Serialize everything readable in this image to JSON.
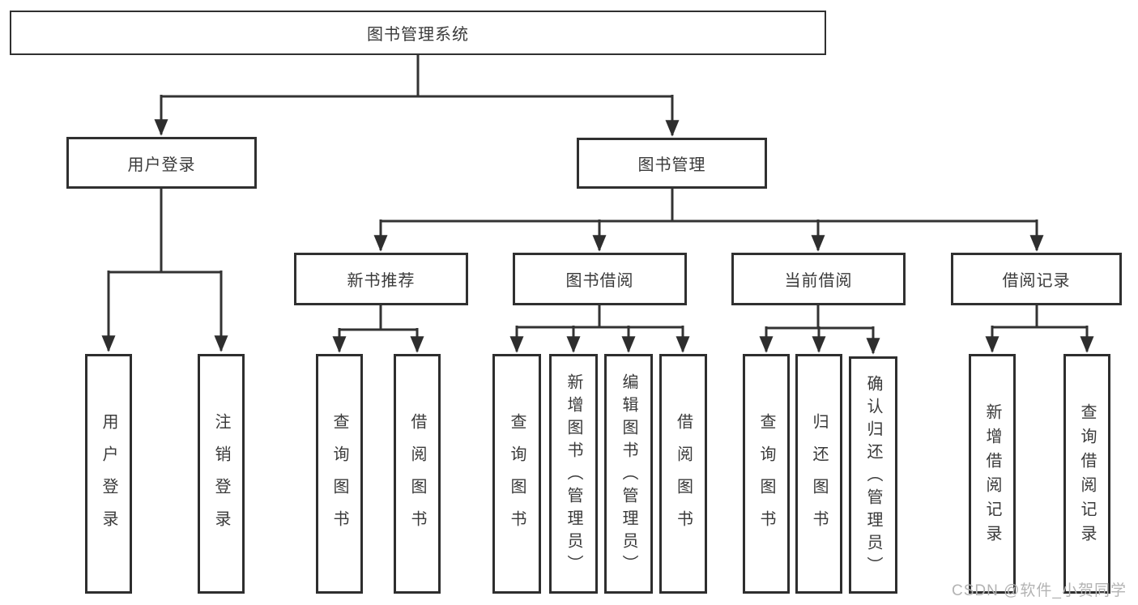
{
  "diagram": {
    "title": "图书管理系统",
    "root": {
      "label": "图书管理系统"
    },
    "level2": [
      {
        "label": "用户登录"
      },
      {
        "label": "图书管理"
      }
    ],
    "level3": [
      {
        "label": "新书推荐"
      },
      {
        "label": "图书借阅"
      },
      {
        "label": "当前借阅"
      },
      {
        "label": "借阅记录"
      }
    ],
    "leaves": [
      {
        "label": "用户登录",
        "parent": "用户登录"
      },
      {
        "label": "注销登录",
        "parent": "用户登录"
      },
      {
        "label": "查询图书",
        "parent": "新书推荐"
      },
      {
        "label": "借阅图书",
        "parent": "新书推荐"
      },
      {
        "label": "查询图书",
        "parent": "图书借阅"
      },
      {
        "label": "新增图书（管理员）",
        "parent": "图书借阅"
      },
      {
        "label": "编辑图书（管理员）",
        "parent": "图书借阅"
      },
      {
        "label": "借阅图书",
        "parent": "图书借阅"
      },
      {
        "label": "查询图书",
        "parent": "当前借阅"
      },
      {
        "label": "归还图书",
        "parent": "当前借阅"
      },
      {
        "label": "确认归还（管理员）",
        "parent": "当前借阅"
      },
      {
        "label": "新增借阅记录",
        "parent": "借阅记录"
      },
      {
        "label": "查询借阅记录",
        "parent": "借阅记录"
      }
    ]
  },
  "watermark": {
    "text": "CSDN @软件_小贺同学"
  },
  "colors": {
    "line": "#333333",
    "border": "#303030",
    "text": "#3a3a3a",
    "background": "#ffffff",
    "watermark": "#b3b3b3"
  }
}
